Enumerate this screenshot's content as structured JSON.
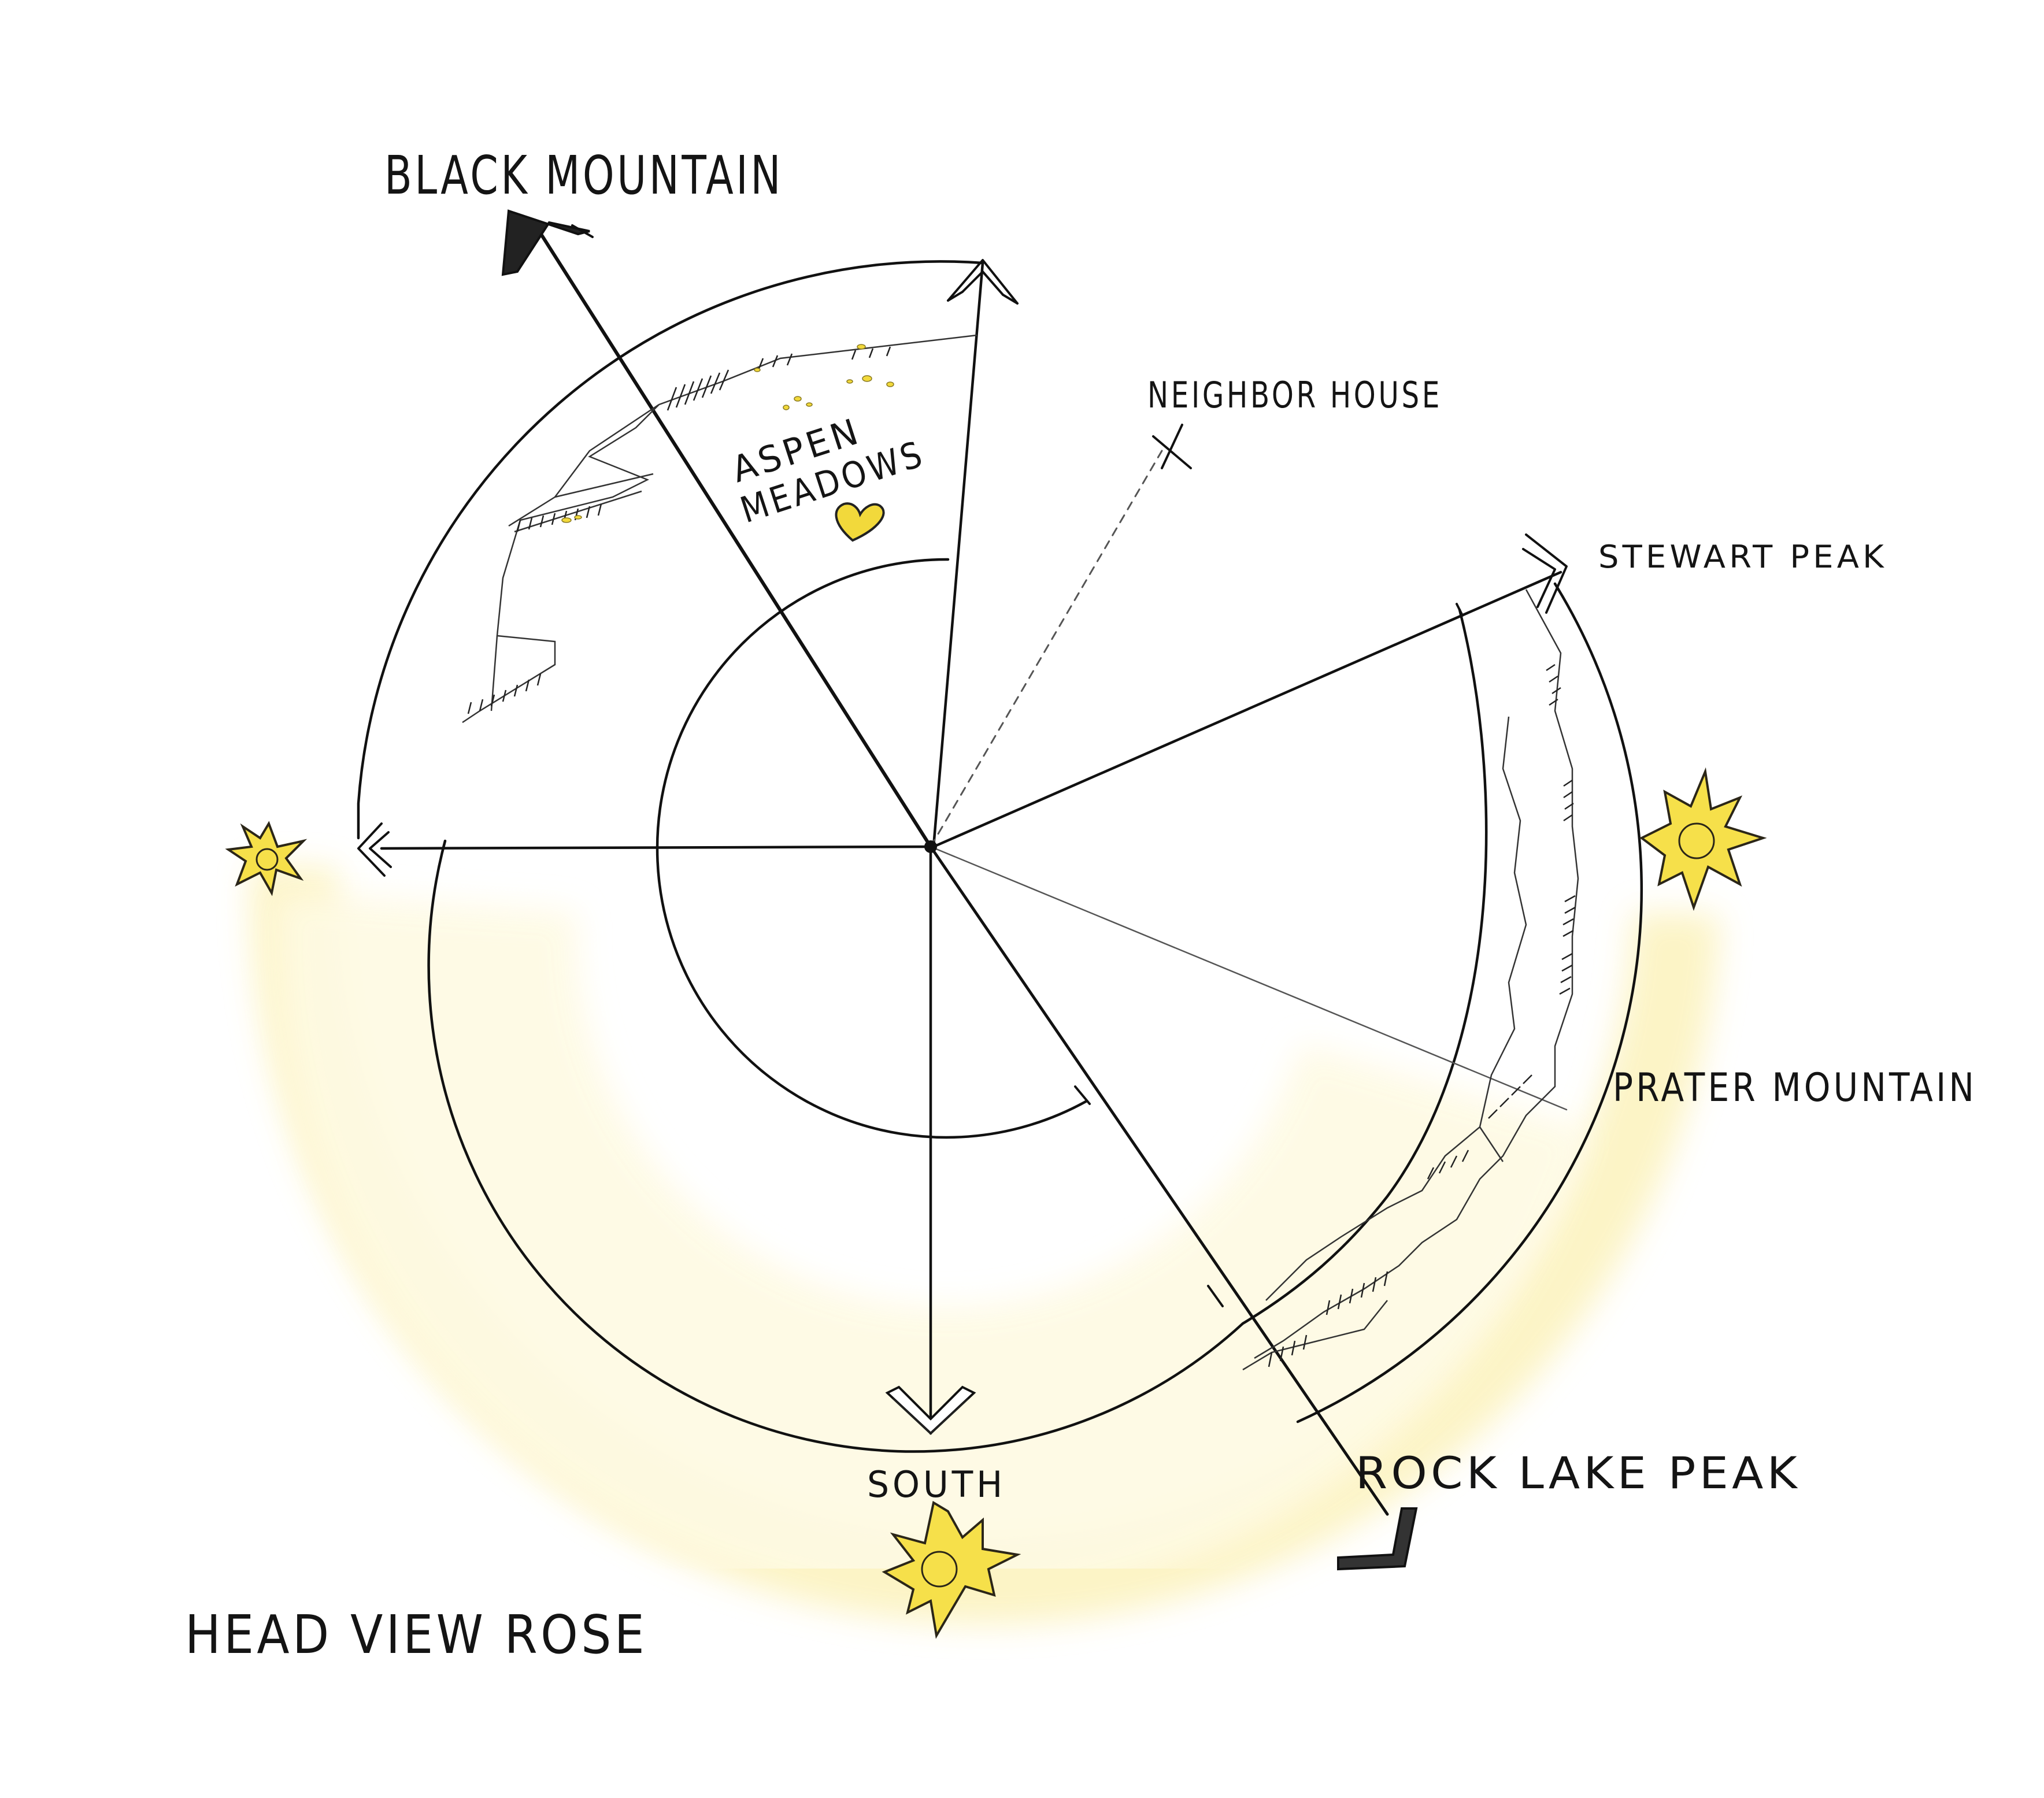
{
  "diagram": {
    "title": "HEAD VIEW ROSE",
    "labels": {
      "black_mountain": "BLACK MOUNTAIN",
      "neighbor_house": "NEIGHBOR HOUSE",
      "aspen_meadows_line1": "ASPEN",
      "aspen_meadows_line2": "MEADOWS",
      "stewart_peak": "STEWART PEAK",
      "prater_mountain": "PRATER MOUNTAIN",
      "rock_lake_peak": "ROCK LAKE PEAK",
      "south": "SOUTH"
    },
    "colors": {
      "ink": "#111111",
      "sun_fill": "#f6e04a",
      "sun_stroke": "#2b2618",
      "sun_glow": "#fdf6c8",
      "highlight": "#f2d93b"
    },
    "icons": [
      "sun-icon",
      "heart-icon",
      "arrow-icon",
      "x-mark-icon"
    ]
  }
}
